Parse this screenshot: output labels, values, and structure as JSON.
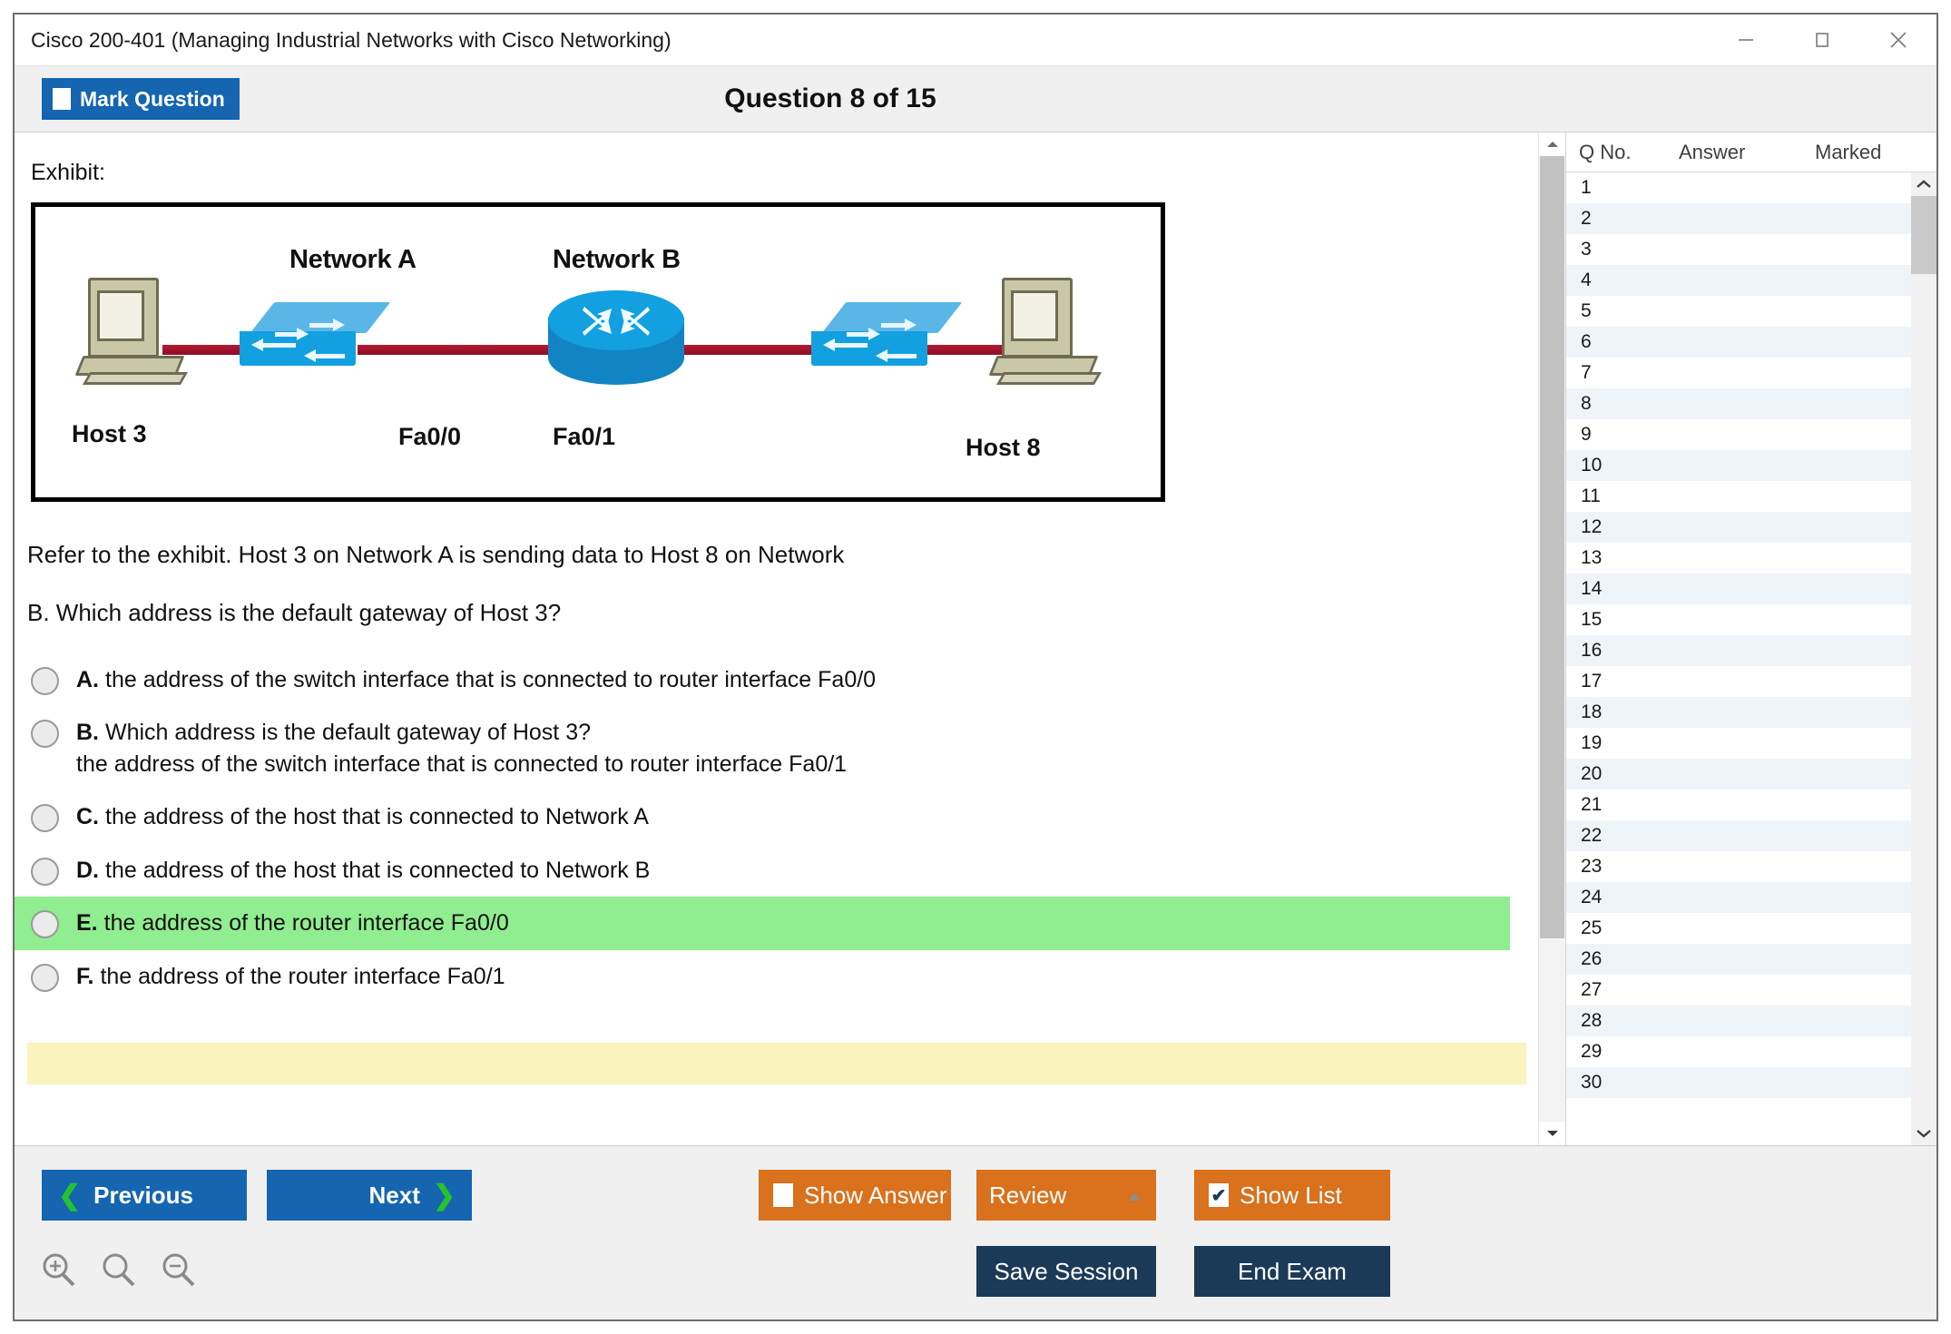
{
  "window": {
    "title": "Cisco 200-401 (Managing Industrial Networks with Cisco Networking)",
    "minimize_icon": "minimize-icon",
    "maximize_icon": "maximize-icon",
    "close_icon": "close-icon"
  },
  "header": {
    "mark_question_label": "Mark Question",
    "mark_question_checked": false,
    "question_title": "Question 8 of 15"
  },
  "content": {
    "exhibit_label": "Exhibit:",
    "diagram": {
      "network_a_label": "Network A",
      "network_b_label": "Network B",
      "host_left_label": "Host 3",
      "host_right_label": "Host 8",
      "interface_left_label": "Fa0/0",
      "interface_right_label": "Fa0/1"
    },
    "question_line_1": "Refer to the exhibit. Host 3 on Network A is sending data to Host 8 on Network",
    "question_line_2": "B. Which address is the default gateway of Host 3?",
    "options": [
      {
        "letter": "A.",
        "text": "the address of the switch interface that is connected to router interface Fa0/0",
        "sub": "",
        "highlighted": false,
        "selected": false
      },
      {
        "letter": "B.",
        "text": "Which address is the default gateway of Host 3?",
        "sub": "the address of the switch interface that is connected to router interface Fa0/1",
        "highlighted": false,
        "selected": false
      },
      {
        "letter": "C.",
        "text": "the address of the host that is connected to Network A",
        "sub": "",
        "highlighted": false,
        "selected": false
      },
      {
        "letter": "D.",
        "text": "the address of the host that is connected to Network B",
        "sub": "",
        "highlighted": false,
        "selected": false
      },
      {
        "letter": "E.",
        "text": "the address of the router interface Fa0/0",
        "sub": "",
        "highlighted": true,
        "selected": false
      },
      {
        "letter": "F.",
        "text": "the address of the router interface Fa0/1",
        "sub": "",
        "highlighted": false,
        "selected": false
      }
    ]
  },
  "sidebar": {
    "columns": [
      "Q No.",
      "Answer",
      "Marked"
    ],
    "rows": [
      {
        "qno": "1",
        "answer": "",
        "marked": ""
      },
      {
        "qno": "2",
        "answer": "",
        "marked": ""
      },
      {
        "qno": "3",
        "answer": "",
        "marked": ""
      },
      {
        "qno": "4",
        "answer": "",
        "marked": ""
      },
      {
        "qno": "5",
        "answer": "",
        "marked": ""
      },
      {
        "qno": "6",
        "answer": "",
        "marked": ""
      },
      {
        "qno": "7",
        "answer": "",
        "marked": ""
      },
      {
        "qno": "8",
        "answer": "",
        "marked": ""
      },
      {
        "qno": "9",
        "answer": "",
        "marked": ""
      },
      {
        "qno": "10",
        "answer": "",
        "marked": ""
      },
      {
        "qno": "11",
        "answer": "",
        "marked": ""
      },
      {
        "qno": "12",
        "answer": "",
        "marked": ""
      },
      {
        "qno": "13",
        "answer": "",
        "marked": ""
      },
      {
        "qno": "14",
        "answer": "",
        "marked": ""
      },
      {
        "qno": "15",
        "answer": "",
        "marked": ""
      },
      {
        "qno": "16",
        "answer": "",
        "marked": ""
      },
      {
        "qno": "17",
        "answer": "",
        "marked": ""
      },
      {
        "qno": "18",
        "answer": "",
        "marked": ""
      },
      {
        "qno": "19",
        "answer": "",
        "marked": ""
      },
      {
        "qno": "20",
        "answer": "",
        "marked": ""
      },
      {
        "qno": "21",
        "answer": "",
        "marked": ""
      },
      {
        "qno": "22",
        "answer": "",
        "marked": ""
      },
      {
        "qno": "23",
        "answer": "",
        "marked": ""
      },
      {
        "qno": "24",
        "answer": "",
        "marked": ""
      },
      {
        "qno": "25",
        "answer": "",
        "marked": ""
      },
      {
        "qno": "26",
        "answer": "",
        "marked": ""
      },
      {
        "qno": "27",
        "answer": "",
        "marked": ""
      },
      {
        "qno": "28",
        "answer": "",
        "marked": ""
      },
      {
        "qno": "29",
        "answer": "",
        "marked": ""
      },
      {
        "qno": "30",
        "answer": "",
        "marked": ""
      }
    ]
  },
  "toolbar": {
    "previous_label": "Previous",
    "next_label": "Next",
    "show_answer_label": "Show Answer",
    "show_answer_checked": false,
    "review_label": "Review",
    "show_list_label": "Show List",
    "show_list_checked": true,
    "save_session_label": "Save Session",
    "end_exam_label": "End Exam",
    "zoom_in_icon": "zoom-in-icon",
    "zoom_reset_icon": "zoom-reset-icon",
    "zoom_out_icon": "zoom-out-icon"
  },
  "colors": {
    "primary_blue": "#1565b0",
    "orange": "#d9711d",
    "navy": "#1b3a57",
    "highlight_green": "#90ee90",
    "highlight_yellow": "#faf3bd",
    "link_red": "#b51a33"
  }
}
